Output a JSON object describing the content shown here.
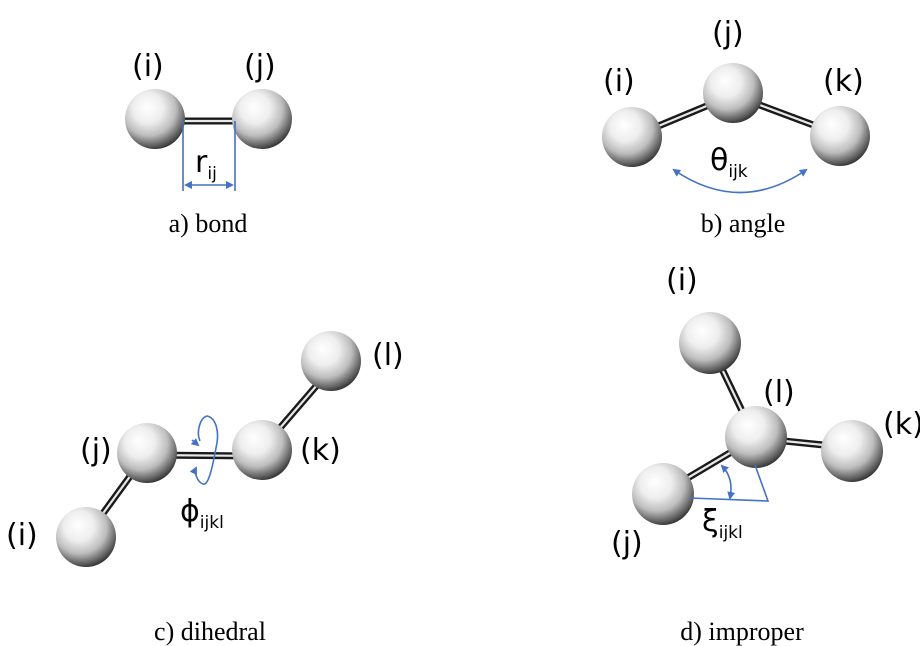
{
  "panels": {
    "bond": {
      "caption": "a) bond",
      "atoms": [
        "(i)",
        "(j)"
      ],
      "symbol": "r",
      "subscript": "ij"
    },
    "angle": {
      "caption": "b) angle",
      "atoms": [
        "(i)",
        "(j)",
        "(k)"
      ],
      "symbol": "θ",
      "subscript": "ijk"
    },
    "dihedral": {
      "caption": "c) dihedral",
      "atoms": [
        "(i)",
        "(j)",
        "(k)",
        "(l)"
      ],
      "symbol": "ϕ",
      "subscript": "ijkl"
    },
    "improper": {
      "caption": "d) improper",
      "atoms": [
        "(i)",
        "(j)",
        "(k)",
        "(l)"
      ],
      "symbol": "ξ",
      "subscript": "ijkl"
    }
  },
  "colors": {
    "measurement": "#4472c4",
    "atom_highlight": "#ffffff",
    "atom_shadow": "#111111"
  }
}
